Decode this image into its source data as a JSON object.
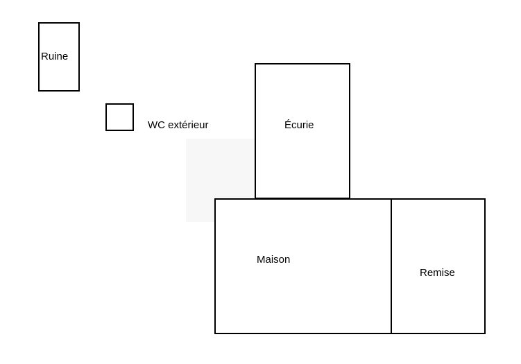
{
  "plan": {
    "rooms": {
      "ruine": {
        "label": "Ruine"
      },
      "wc": {
        "label": "WC extérieur"
      },
      "ecurie": {
        "label": "Écurie"
      },
      "maison": {
        "label": "Maison"
      },
      "remise": {
        "label": "Remise"
      }
    }
  },
  "colors": {
    "line": "#000000",
    "background": "#ffffff"
  }
}
